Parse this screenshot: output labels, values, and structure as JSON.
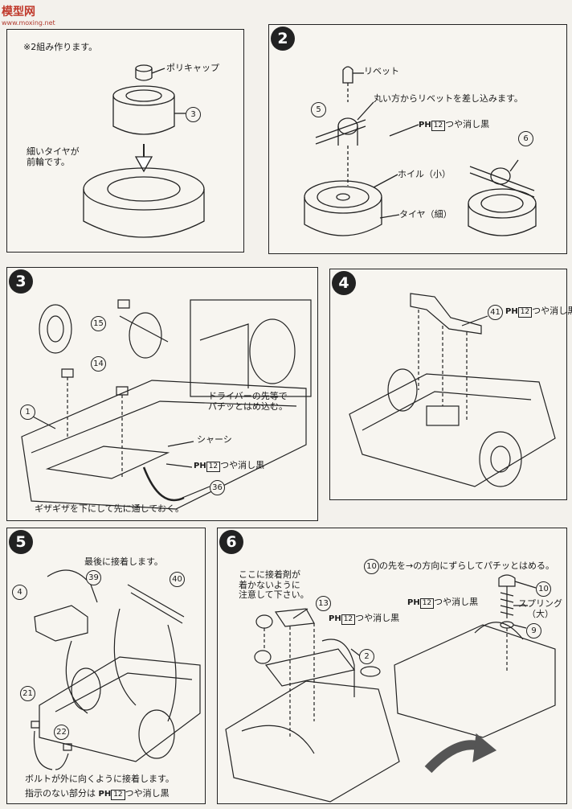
{
  "watermark": {
    "name": "模型网",
    "url": "www.moxing.net"
  },
  "step1": {
    "note": "※2組み作ります。",
    "polycap": "ポリキャップ",
    "part": "3",
    "narrow_tire": "細いタイヤが\n前輪です。"
  },
  "step2": {
    "number": "2",
    "rivet": "リベット",
    "rivet_note": "丸い方からリベットを差し込みます。",
    "paint": "つや消し黒",
    "paint_code": "12",
    "part5": "5",
    "part6": "6",
    "wheel": "ホイル（小）",
    "tire": "タイヤ（細）"
  },
  "step3": {
    "number": "3",
    "part15": "15",
    "part14": "14",
    "part1": "1",
    "part36": "36",
    "driver_note": "ドライバーの先等で\nパチッとはめ込む。",
    "chassis": "シャーシ",
    "paint": "つや消し黒",
    "paint_code": "12",
    "bottom_note": "ギザギザを下にして先に通しておく。"
  },
  "step4": {
    "number": "4",
    "part41": "41",
    "paint": "つや消し黒",
    "paint_code": "12"
  },
  "step5": {
    "number": "5",
    "last_glue": "最後に接着します。",
    "part39": "39",
    "part40": "40",
    "part4": "4",
    "part21": "21",
    "part22": "22",
    "bolt_note": "ボルトが外に向くように接着します。",
    "unspecified_note": "指示のない部分は",
    "paint": "つや消し黒",
    "paint_code": "12"
  },
  "step6": {
    "number": "6",
    "top_note": "の先を→の方向にずらしてパチッとはめる。",
    "top_note_part": "10",
    "glue_note": "ここに接着剤が\n着かないように\n注意して下さい。",
    "part13": "13",
    "part2": "2",
    "part10": "10",
    "part9": "9",
    "spring": "スプリング\n（大）",
    "paint": "つや消し黒",
    "paint_code": "12"
  },
  "paint_prefix": "PH"
}
